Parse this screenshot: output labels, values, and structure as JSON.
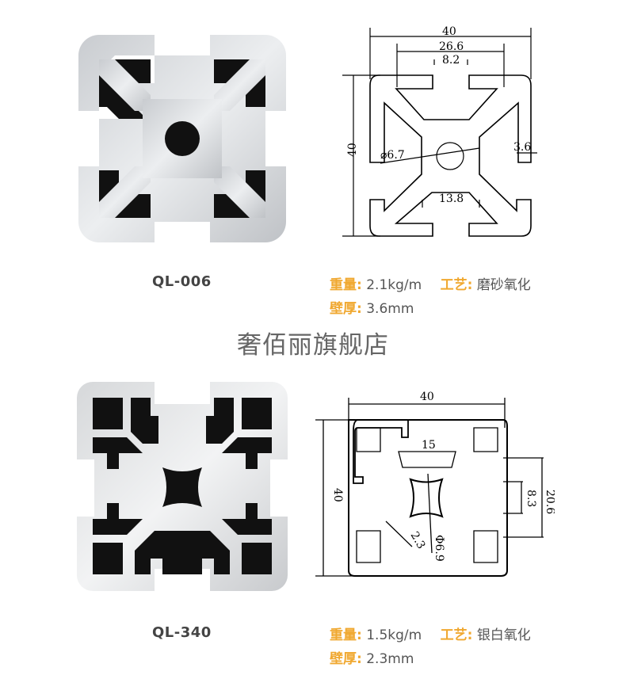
{
  "store_name": "奢佰丽旗舰店",
  "colors": {
    "label_orange": "#f0a830",
    "value_gray": "#555555",
    "model_gray": "#444444"
  },
  "products": [
    {
      "model": "QL-006",
      "weight_label": "重量:",
      "weight_value": "2.1kg/m",
      "process_label": "工艺:",
      "process_value": "磨砂氧化",
      "wall_label": "壁厚:",
      "wall_value": "3.6mm",
      "drawing": {
        "width": "40",
        "height": "40",
        "inner": "26.6",
        "slot": "8.2",
        "hole": "⌀6.7",
        "wall": "3.6",
        "core": "13.8"
      }
    },
    {
      "model": "QL-340",
      "weight_label": "重量:",
      "weight_value": "1.5kg/m",
      "process_label": "工艺:",
      "process_value": "银白氧化",
      "wall_label": "壁厚:",
      "wall_value": "2.3mm",
      "drawing": {
        "width": "40",
        "height": "40",
        "core": "15",
        "outer_span": "20.6",
        "slot": "8.3",
        "wall": "2.3",
        "hole": "Φ6.9"
      }
    }
  ]
}
